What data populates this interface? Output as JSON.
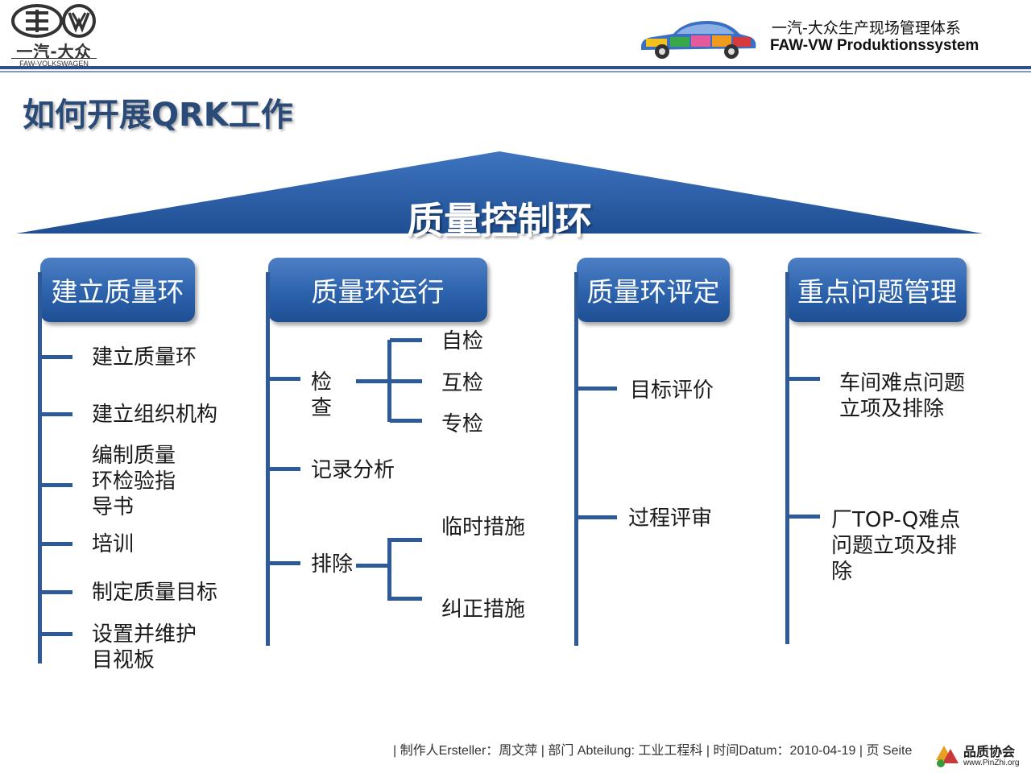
{
  "header": {
    "logo_text": "一汽-大众",
    "logo_subtext": "FAW-VOLKSWAGEN",
    "system_cn": "一汽-大众生产现场管理体系",
    "system_de": "FAW-VW Produktionssystem"
  },
  "title": "如何开展QRK工作",
  "roof": {
    "label": "质量控制环"
  },
  "columns": [
    {
      "header": "建立质量环",
      "items": [
        "建立质量环",
        "建立组织机构",
        "编制质量\n环检验指\n导书",
        "培训",
        "制定质量目标",
        "设置并维护\n目视板"
      ]
    },
    {
      "header": "质量环运行",
      "items": [
        {
          "label": "检\n查",
          "children": [
            "自检",
            "互检",
            "专检"
          ]
        },
        {
          "label": "记录分析"
        },
        {
          "label": "排除",
          "children": [
            "临时措施",
            "纠正措施"
          ]
        }
      ]
    },
    {
      "header": "质量环评定",
      "items": [
        "目标评价",
        "过程评审"
      ]
    },
    {
      "header": "重点问题管理",
      "items": [
        "车间难点问题\n立项及排除",
        "厂TOP-Q难点\n问题立项及排\n除"
      ]
    }
  ],
  "footer": "| 制作人Ersteller：周文萍 |   部门 Abteilung: 工业工程科 | 时间Datum：2010-04-19 |  页 Seite",
  "watermark": {
    "cn": "品质协会",
    "url": "www.PinZhi.org"
  },
  "colors": {
    "accent": "#2f5a9a",
    "roof": "#2c5fa8",
    "title": "#2a4a78"
  }
}
